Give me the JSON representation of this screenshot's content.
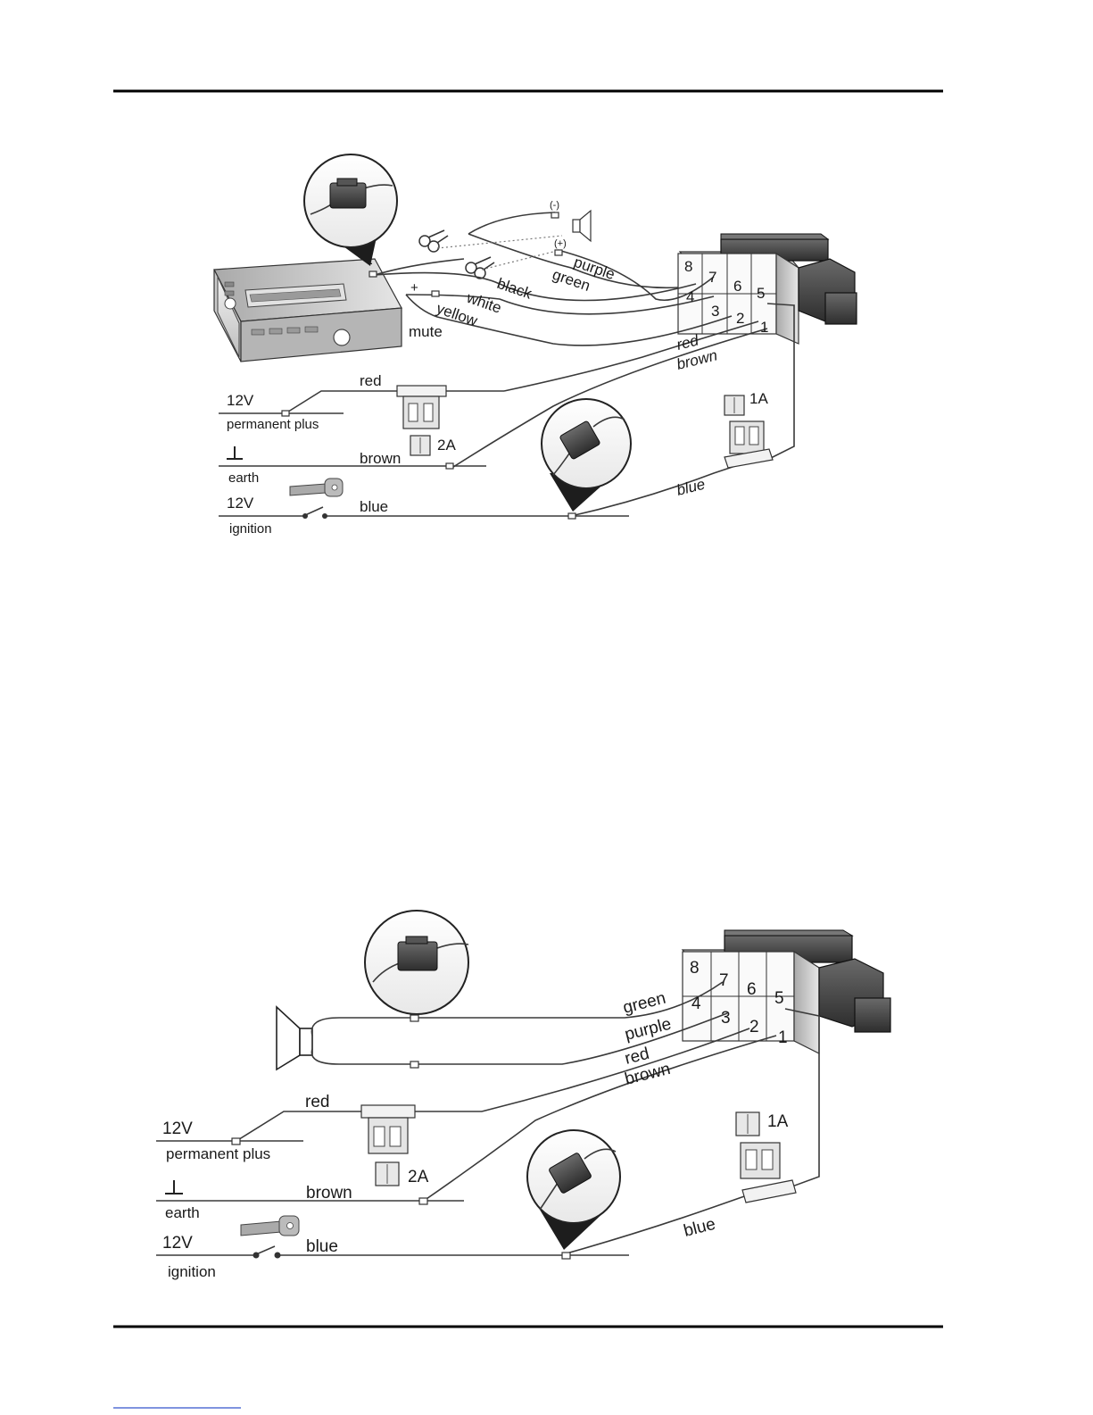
{
  "top_diagram": {
    "wire_labels": {
      "purple": "purple",
      "green": "green",
      "black": "black",
      "white": "white",
      "yellow": "yellow",
      "mute": "mute",
      "red_connector": "red",
      "brown_connector": "brown",
      "red_supply": "red",
      "brown_supply": "brown",
      "blue_supply": "blue",
      "blue_fuse": "blue"
    },
    "polarity": {
      "minus": "-",
      "plus": "+",
      "speaker_minus": "(-)",
      "speaker_plus": "(+)"
    },
    "supply": {
      "v_perm": "12V",
      "perm_label": "permanent plus",
      "earth_label": "earth",
      "v_ign": "12V",
      "ign_label": "ignition"
    },
    "fuses": {
      "fuse_2a": "2A",
      "fuse_1a": "1A"
    },
    "pins": [
      "8",
      "7",
      "6",
      "5",
      "4",
      "3",
      "2",
      "1"
    ]
  },
  "bottom_diagram": {
    "wire_labels": {
      "green": "green",
      "purple": "purple",
      "red_connector": "red",
      "brown_connector": "brown",
      "red_supply": "red",
      "brown_supply": "brown",
      "blue_supply": "blue",
      "blue_fuse": "blue"
    },
    "supply": {
      "v_perm": "12V",
      "perm_label": "permanent plus",
      "earth_label": "earth",
      "v_ign": "12V",
      "ign_label": "ignition"
    },
    "fuses": {
      "fuse_2a": "2A",
      "fuse_1a": "1A"
    },
    "pins": [
      "8",
      "7",
      "6",
      "5",
      "4",
      "3",
      "2",
      "1"
    ]
  },
  "colors": {
    "line": "#3a3a3a",
    "connector_dark": "#4a4a4a",
    "connector_light": "#d8d8d8",
    "rule": "#000000"
  }
}
